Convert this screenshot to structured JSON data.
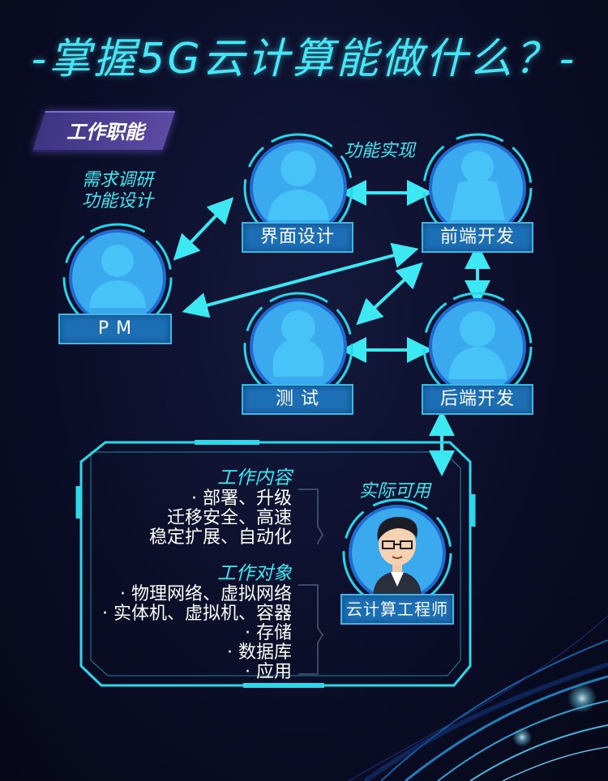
{
  "title": "-掌握5G云计算能做什么？-",
  "section": {
    "label": "工作职能"
  },
  "pm": {
    "note_line1": "需求调研",
    "note_line2": "功能设计",
    "label": "P M"
  },
  "feature_note": "功能实现",
  "nodes": {
    "ui": "界面设计",
    "frontend": "前端开发",
    "test": "测  试",
    "backend": "后端开发"
  },
  "practical": {
    "note": "实际可用",
    "label": "云计算工程师"
  },
  "work_content": {
    "heading": "工作内容",
    "items": [
      "· 部署、升级",
      "迁移安全、高速",
      "稳定扩展、自动化"
    ]
  },
  "work_objects": {
    "heading": "工作对象",
    "items": [
      "· 物理网络、虚拟网络",
      "· 实体机、虚拟机、容器",
      "· 存储",
      "· 数据库",
      "· 应用"
    ]
  },
  "colors": {
    "accent": "#3de8f3",
    "node_fill": "#1c6eb5",
    "avatar": "#3aa9ee"
  }
}
